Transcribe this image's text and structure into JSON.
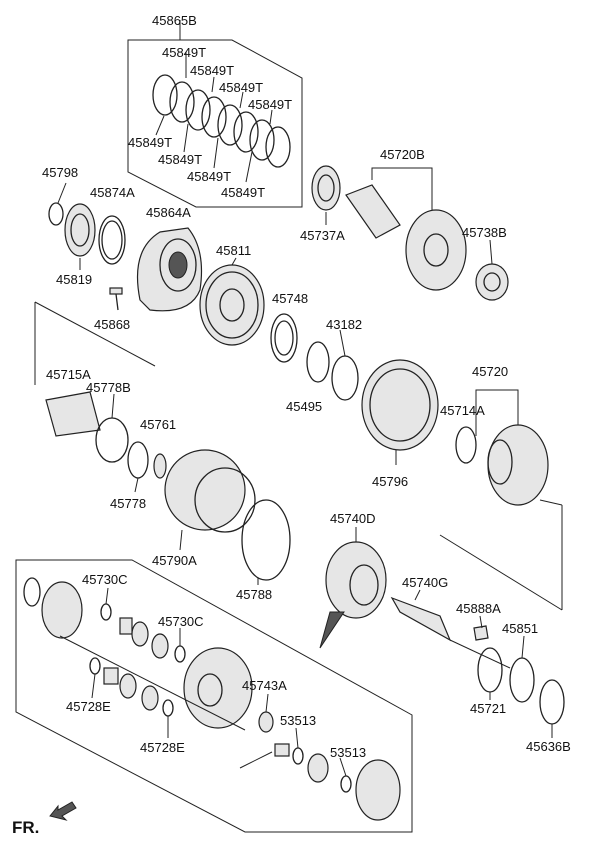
{
  "direction_label": "FR.",
  "part_numbers": {
    "p45865B": "45865B",
    "p45849T": "45849T",
    "p45798": "45798",
    "p45874A": "45874A",
    "p45864A": "45864A",
    "p45819": "45819",
    "p45868": "45868",
    "p45811": "45811",
    "p45737A": "45737A",
    "p45720B": "45720B",
    "p45738B": "45738B",
    "p45748": "45748",
    "p43182": "43182",
    "p45495": "45495",
    "p45720": "45720",
    "p45714A": "45714A",
    "p45796": "45796",
    "p45715A": "45715A",
    "p45778B": "45778B",
    "p45761": "45761",
    "p45778": "45778",
    "p45790A": "45790A",
    "p45788": "45788",
    "p45740D": "45740D",
    "p45740G": "45740G",
    "p45888A": "45888A",
    "p45851": "45851",
    "p45721": "45721",
    "p45636B": "45636B",
    "p45730C": "45730C",
    "p45743A": "45743A",
    "p45728E": "45728E",
    "p53513": "53513"
  }
}
